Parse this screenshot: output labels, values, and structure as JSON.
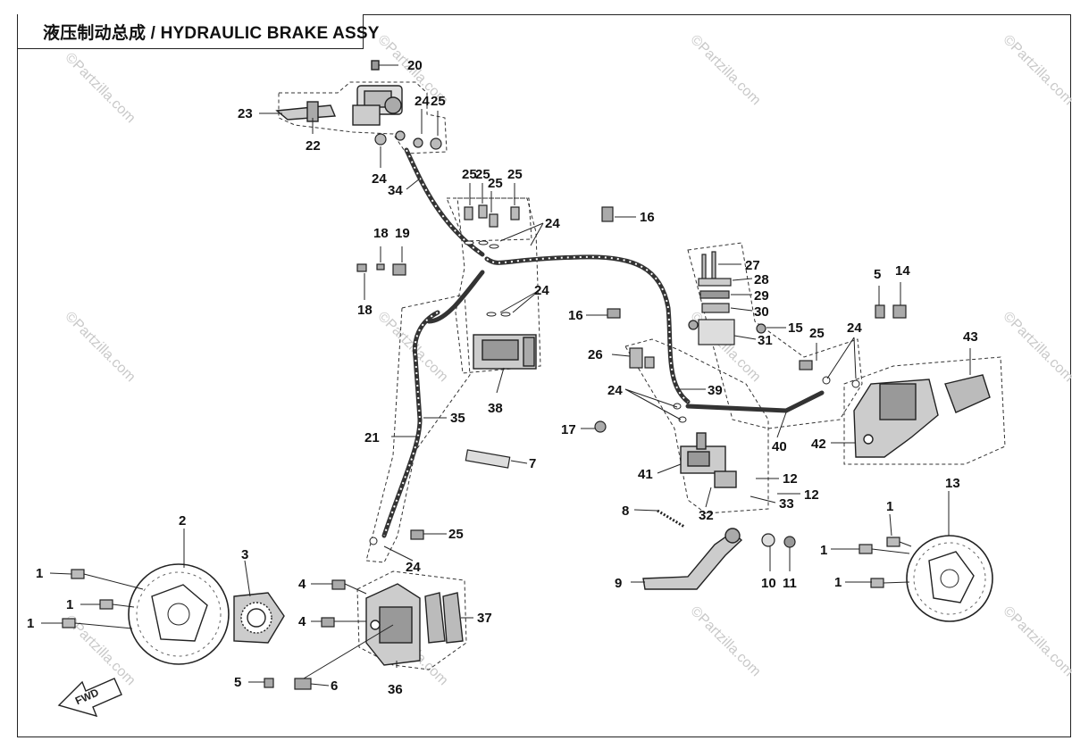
{
  "title": "液压制动总成 / HYDRAULIC BRAKE ASSY",
  "watermark": "©Partzilla.com",
  "direction_label": "FWD",
  "callouts": {
    "c1a": "1",
    "c1b": "1",
    "c1c": "1",
    "c1d": "1",
    "c1e": "1",
    "c1f": "1",
    "c2": "2",
    "c3": "3",
    "c4a": "4",
    "c4b": "4",
    "c5a": "5",
    "c5b": "5",
    "c6": "6",
    "c7": "7",
    "c8": "8",
    "c9": "9",
    "c10": "10",
    "c11": "11",
    "c12a": "12",
    "c12b": "12",
    "c13": "13",
    "c14": "14",
    "c15": "15",
    "c16a": "16",
    "c16b": "16",
    "c17": "17",
    "c18a": "18",
    "c18b": "18",
    "c19": "19",
    "c20": "20",
    "c21": "21",
    "c22": "22",
    "c23": "23",
    "c24a": "24",
    "c24b": "24",
    "c24c": "24",
    "c24d": "24",
    "c24e": "24",
    "c24f": "24",
    "c24g": "24",
    "c25a": "25",
    "c25b": "25",
    "c25c": "25",
    "c25d": "25",
    "c25e": "25",
    "c25f": "25",
    "c25g": "25",
    "c26": "26",
    "c27": "27",
    "c28": "28",
    "c29": "29",
    "c30": "30",
    "c31": "31",
    "c32": "32",
    "c33": "33",
    "c34": "34",
    "c35": "35",
    "c36": "36",
    "c37": "37",
    "c38": "38",
    "c39": "39",
    "c40": "40",
    "c41": "41",
    "c42": "42",
    "c43": "43"
  },
  "colors": {
    "line": "#222222",
    "part": "#555555",
    "watermark": "#c9c9c9"
  }
}
